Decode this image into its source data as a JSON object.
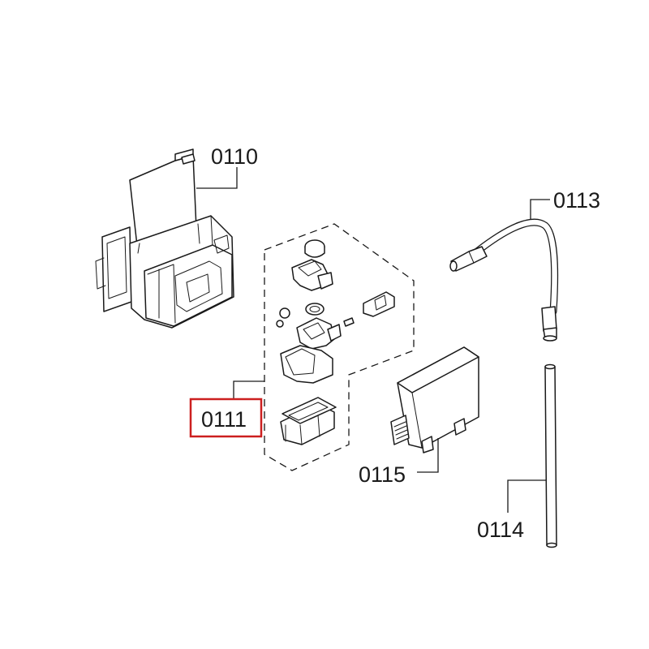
{
  "parts": [
    {
      "id": "0110",
      "label": "0110"
    },
    {
      "id": "0111",
      "label": "0111",
      "highlighted": true
    },
    {
      "id": "0113",
      "label": "0113"
    },
    {
      "id": "0114",
      "label": "0114"
    },
    {
      "id": "0115",
      "label": "0115"
    }
  ],
  "colors": {
    "line": "#1a1a1a",
    "highlight": "#cc1f1f",
    "background": "#ffffff"
  }
}
